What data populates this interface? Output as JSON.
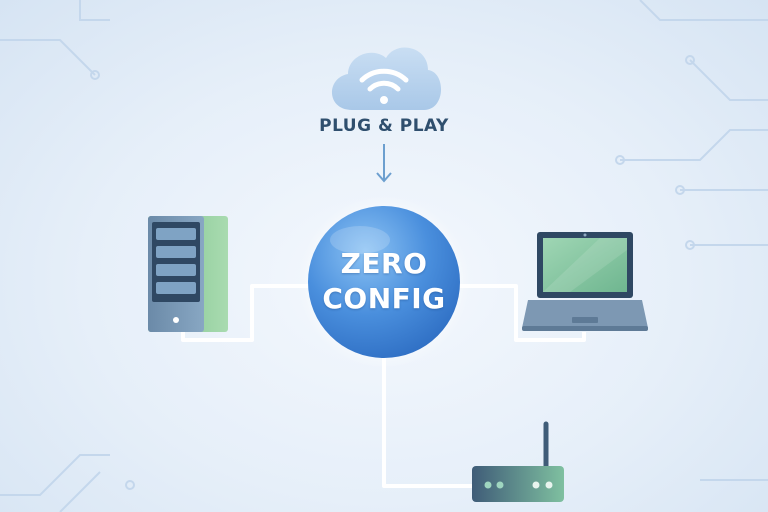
{
  "top_label": "PLUG & PLAY",
  "hub": {
    "line1": "ZERO",
    "line2": "CONFIG"
  },
  "colors": {
    "hub_blue": "#3f86d8",
    "connector": "#ffffff",
    "text_dark": "#2f4f6e",
    "server_green": "#8ccf9a"
  },
  "icons": [
    "cloud-wifi-icon",
    "arrow-down-icon",
    "server-icon",
    "laptop-icon",
    "router-icon"
  ]
}
